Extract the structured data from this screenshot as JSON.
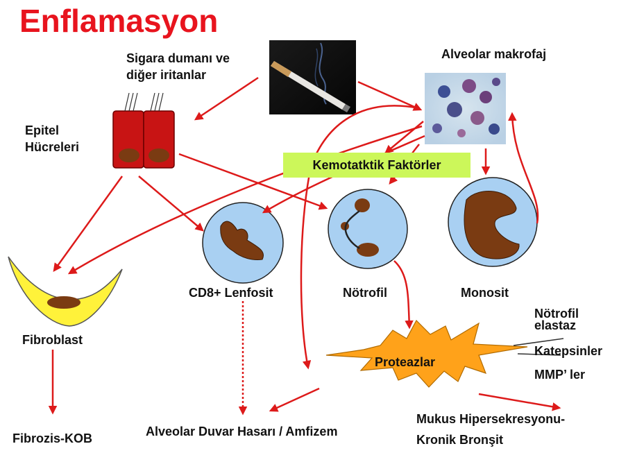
{
  "title": "Enflamasyon",
  "labels": {
    "smoke": [
      "Sigara dumanı ve",
      "diğer iritanlar"
    ],
    "macrophage": "Alveolar makrofaj",
    "epithelial": [
      "Epitel",
      "Hücreleri"
    ],
    "chemotactic": "Kemotatktik Faktörler",
    "fibroblast": "Fibroblast",
    "cd8": "CD8+ Lenfosit",
    "neutrophil": "Nötrofil",
    "monocyte": "Monosit",
    "proteases": "Proteazlar",
    "elastase": [
      "Nötrofil",
      "elastaz"
    ],
    "cathepsins": "Katepsinler",
    "mmp": "MMP’ ler",
    "fibrosis": "Fibrozis-KOB",
    "alveolar_damage": "Alveolar Duvar Hasarı / Amfizem",
    "mucus": [
      "Mukus Hipersekresyonu-",
      "Kronik Bronşit"
    ]
  },
  "colors": {
    "title": "#e8141e",
    "arrow": "#dd1a1a",
    "cell_fill": "#a9d0f2",
    "nucleus": "#7a3b12",
    "fibroblast": "#fff23a",
    "epithelial": "#c81414",
    "proteases": "#ffa21a",
    "chemotactic_bg": "#ccf75a"
  }
}
